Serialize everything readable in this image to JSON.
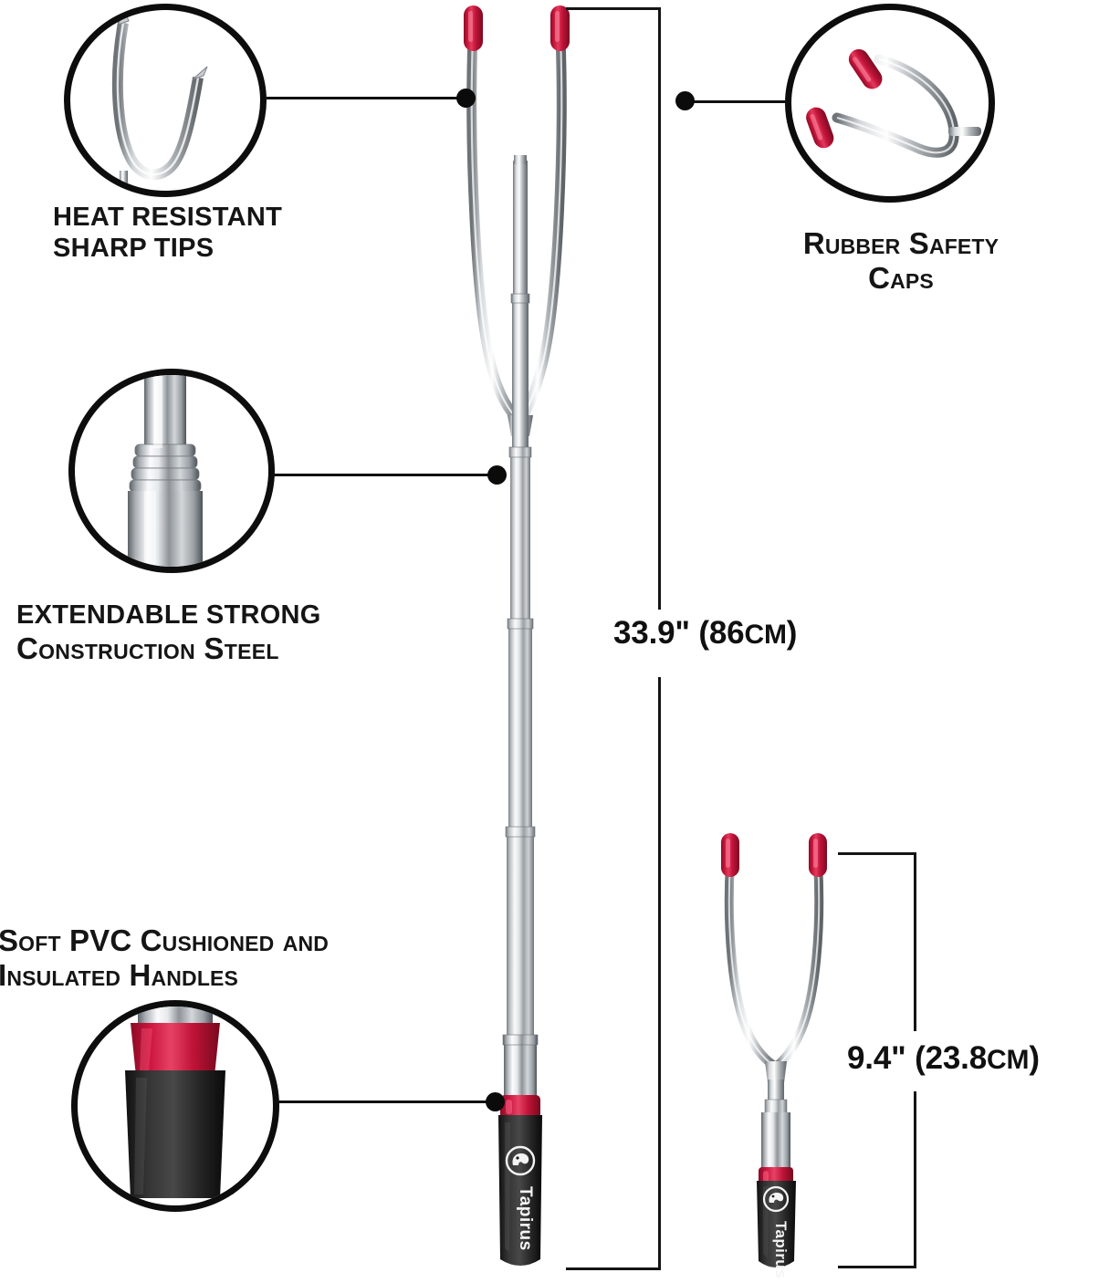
{
  "product": {
    "brand": "Tapirus",
    "type": "telescoping marshmallow roasting fork",
    "logo_name": "tapir-head-emblem"
  },
  "features": [
    {
      "id": "heat-resistant-sharp-tips",
      "lines": [
        "HEAT RESISTANT",
        "SHARP TIPS"
      ],
      "style": "uppercase",
      "callout_icon": "bare-chrome-fork-tips"
    },
    {
      "id": "rubber-safety-caps",
      "lines": [
        "Rubber Safety",
        "Caps"
      ],
      "style": "smallcaps",
      "callout_icon": "red-capped-fork-tines"
    },
    {
      "id": "extendable-strong-construction-steel",
      "lines": [
        "EXTENDABLE STRONG",
        "Construction Steel"
      ],
      "style": "mixed",
      "callout_icon": "telescoping-chrome-joint"
    },
    {
      "id": "soft-pvc-cushioned-insulated-handles",
      "lines": [
        "Soft PVC Cushioned and",
        "Insulated Handles"
      ],
      "style": "smallcaps",
      "callout_icon": "black-foam-handle-with-red-collar"
    }
  ],
  "dimensions": {
    "extended": {
      "label": "33.9\" (86",
      "unit": "CM",
      "close": ")",
      "inches": 33.9,
      "cm": 86
    },
    "collapsed": {
      "label": "9.4\" (23.8",
      "unit": "CM",
      "close": ")",
      "inches": 9.4,
      "cm": 23.8
    }
  },
  "colors": {
    "cap_red": "#c9143c",
    "collar_red": "#c41239",
    "handle_black": "#191919",
    "chrome_light": "#f2f3f4",
    "chrome_mid": "#b8bcc0",
    "chrome_dark": "#6d7277",
    "outline": "#0d0d0d",
    "background": "#ffffff"
  }
}
